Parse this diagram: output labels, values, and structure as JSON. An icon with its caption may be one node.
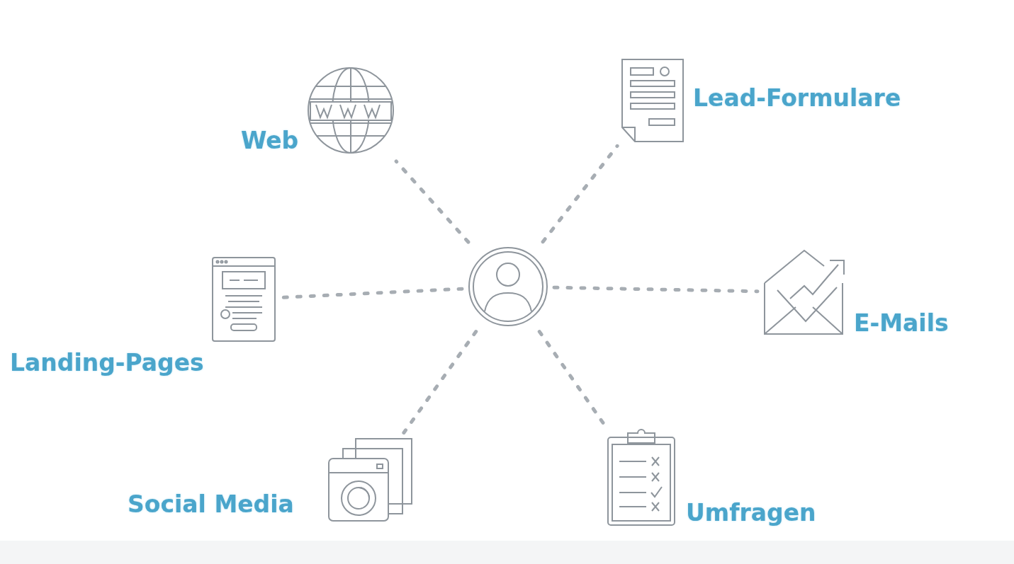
{
  "diagram": {
    "nodes": [
      {
        "text": [],
        "shape": "person"
      },
      {
        "text": [
          "Web"
        ]
      },
      {
        "text": [
          "Lead-Formulare"
        ]
      },
      {
        "text": [
          "Landing-Pages"
        ]
      },
      {
        "text": [
          "E-Mails"
        ]
      },
      {
        "text": [
          "Social Media"
        ]
      },
      {
        "text": [
          "Umfragen"
        ]
      }
    ],
    "edges": [
      {
        "from": 0,
        "to": 1,
        "arrow": "none",
        "style": "dashed"
      },
      {
        "from": 0,
        "to": 2,
        "arrow": "none",
        "style": "dashed"
      },
      {
        "from": 0,
        "to": 3,
        "arrow": "none",
        "style": "dashed"
      },
      {
        "from": 0,
        "to": 4,
        "arrow": "none",
        "style": "dashed"
      },
      {
        "from": 0,
        "to": 5,
        "arrow": "none",
        "style": "dashed"
      },
      {
        "from": 0,
        "to": 6,
        "arrow": "none",
        "style": "dashed"
      }
    ]
  }
}
